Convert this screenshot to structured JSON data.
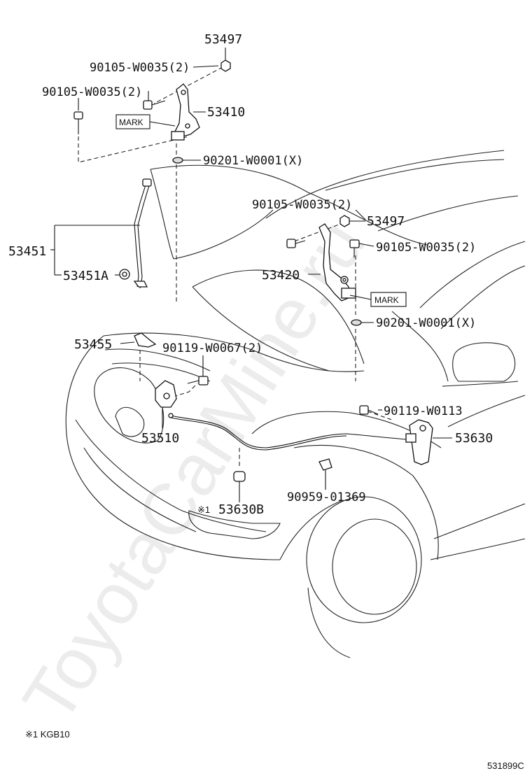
{
  "watermark": "ToyotaCarMine.ru",
  "mark_label": "MARK",
  "parts": {
    "p53497_top": "53497",
    "p90105_a": "90105-W0035(2)",
    "p90105_b": "90105-W0035(2)",
    "p53410": "53410",
    "p90201_left": "90201-W0001(X)",
    "p53451": "53451",
    "p53451A": "53451A",
    "p90105_c": "90105-W0035(2)",
    "p53497_right": "53497",
    "p90105_d": "90105-W0035(2)",
    "p53420": "53420",
    "p90201_right": "90201-W0001(X)",
    "p53455": "53455",
    "p90119_w0067": "90119-W0067(2)",
    "p90119_w0113": "90119-W0113",
    "p53510": "53510",
    "p53630": "53630",
    "p90959": "90959-01369",
    "p53630B_marker": "※1",
    "p53630B": "53630B"
  },
  "footnote": "※1 KGB10",
  "illustration_code": "531899C"
}
